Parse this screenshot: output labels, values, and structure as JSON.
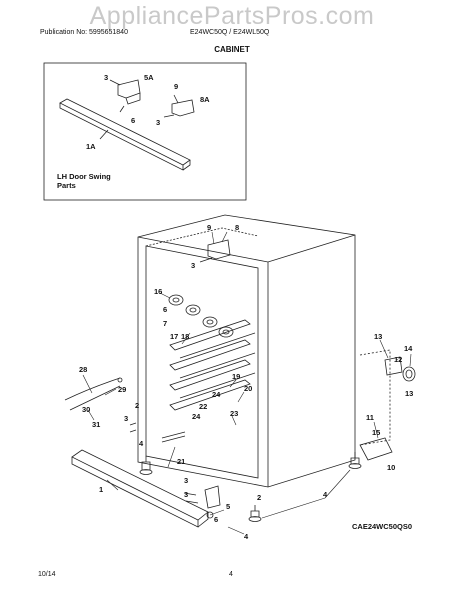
{
  "header": {
    "watermark": "AppliancePartsPros.com",
    "publication": "Publication No: 5995651840",
    "models": "E24WC50Q / E24WL50Q",
    "section_title": "CABINET"
  },
  "inset": {
    "caption_line1": "LH Door Swing",
    "caption_line2": "Parts",
    "callouts": [
      "3",
      "5A",
      "9",
      "8A",
      "6",
      "3",
      "1A"
    ]
  },
  "callouts": {
    "c9": "9",
    "c8": "8",
    "c3a": "3",
    "c16": "16",
    "c6a": "6",
    "c7": "7",
    "c17": "17",
    "c18": "18",
    "c13a": "13",
    "c12": "12",
    "c14": "14",
    "c13b": "13",
    "c28": "28",
    "c29": "29",
    "c30": "30",
    "c31": "31",
    "c19": "19",
    "c20": "20",
    "c22": "22",
    "c24a": "24",
    "c23": "23",
    "c24b": "24",
    "c2a": "2",
    "c3b": "3",
    "c4a": "4",
    "c21": "21",
    "c11": "11",
    "c15": "15",
    "c10": "10",
    "c4b": "4",
    "c1": "1",
    "c3c": "3",
    "c3d": "3",
    "c2b": "2",
    "c5": "5",
    "c6b": "6",
    "c4c": "4"
  },
  "diagram_code": "CAE24WC50QS0",
  "footer": {
    "date": "10/14",
    "page": "4"
  }
}
